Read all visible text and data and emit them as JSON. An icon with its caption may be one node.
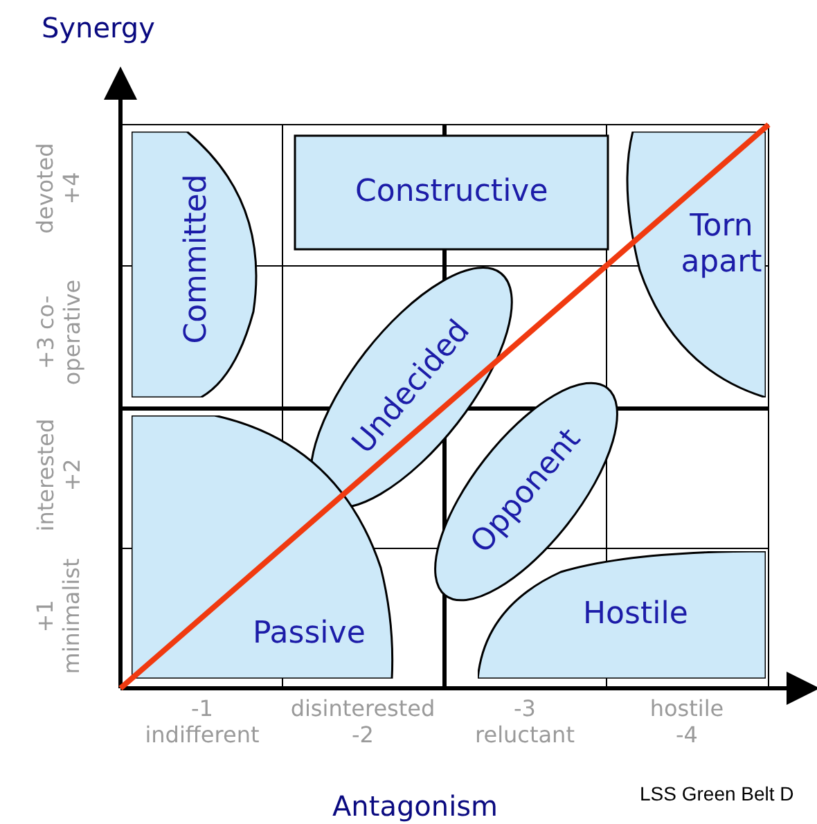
{
  "diagram": {
    "nodes": [
      {
        "text": [
          "Committed"
        ]
      },
      {
        "text": [
          "Constructive"
        ]
      },
      {
        "text": [
          "Torn apart"
        ]
      },
      {
        "text": [
          "Undecided"
        ]
      },
      {
        "text": [
          "Opponent"
        ]
      },
      {
        "text": [
          "Passive"
        ]
      },
      {
        "text": [
          "Hostile"
        ]
      }
    ],
    "labels": [
      "Synergy",
      "devoted +4",
      "+3 co-operative",
      "interested +2",
      "+1 minimalist",
      "-1 indifferent",
      "disinterested -2",
      "-3 reluctant",
      "hostile -4",
      "Antagonism",
      "LSS Green Belt D"
    ]
  }
}
